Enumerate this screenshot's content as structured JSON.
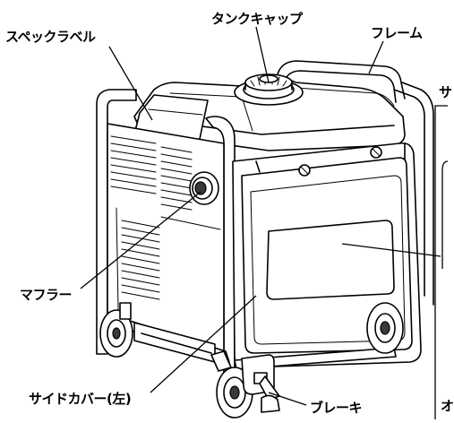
{
  "labels": {
    "spec_label": "スペックラベル",
    "tank_cap": "タンクキャップ",
    "frame": "フレーム",
    "muffler": "マフラー",
    "side_cover_left": "サイドカバー(左)",
    "brake": "ブレーキ",
    "cutoff_top": "サ",
    "cutoff_bottom": "オ"
  }
}
